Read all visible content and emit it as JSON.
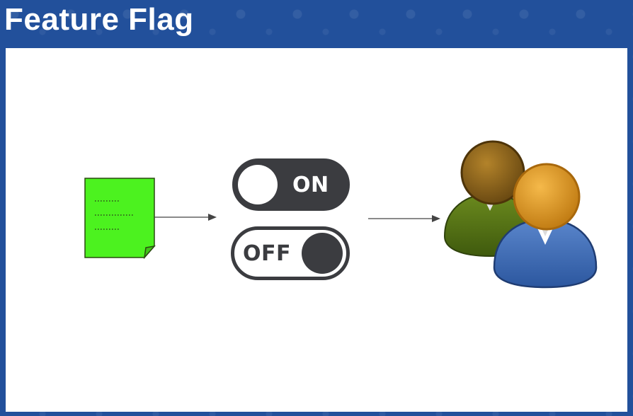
{
  "slide": {
    "title": "Feature Flag"
  },
  "diagram": {
    "nodes": [
      {
        "id": "code-document",
        "kind": "document",
        "icon": "document-icon",
        "color": "#4cf21f"
      },
      {
        "id": "toggle-on",
        "kind": "switch",
        "label": "ON",
        "state": "on"
      },
      {
        "id": "toggle-off",
        "kind": "switch",
        "label": "OFF",
        "state": "off"
      },
      {
        "id": "users",
        "kind": "people",
        "icon": "users-icon"
      }
    ],
    "edges": [
      {
        "from": "code-document",
        "to": "toggle-switches"
      },
      {
        "from": "toggle-switches",
        "to": "users"
      }
    ]
  },
  "colors": {
    "background": "#22509b",
    "panel": "#ffffff",
    "switch": "#3b3c40",
    "document": "#4cf21f",
    "arrow": "#444444"
  }
}
